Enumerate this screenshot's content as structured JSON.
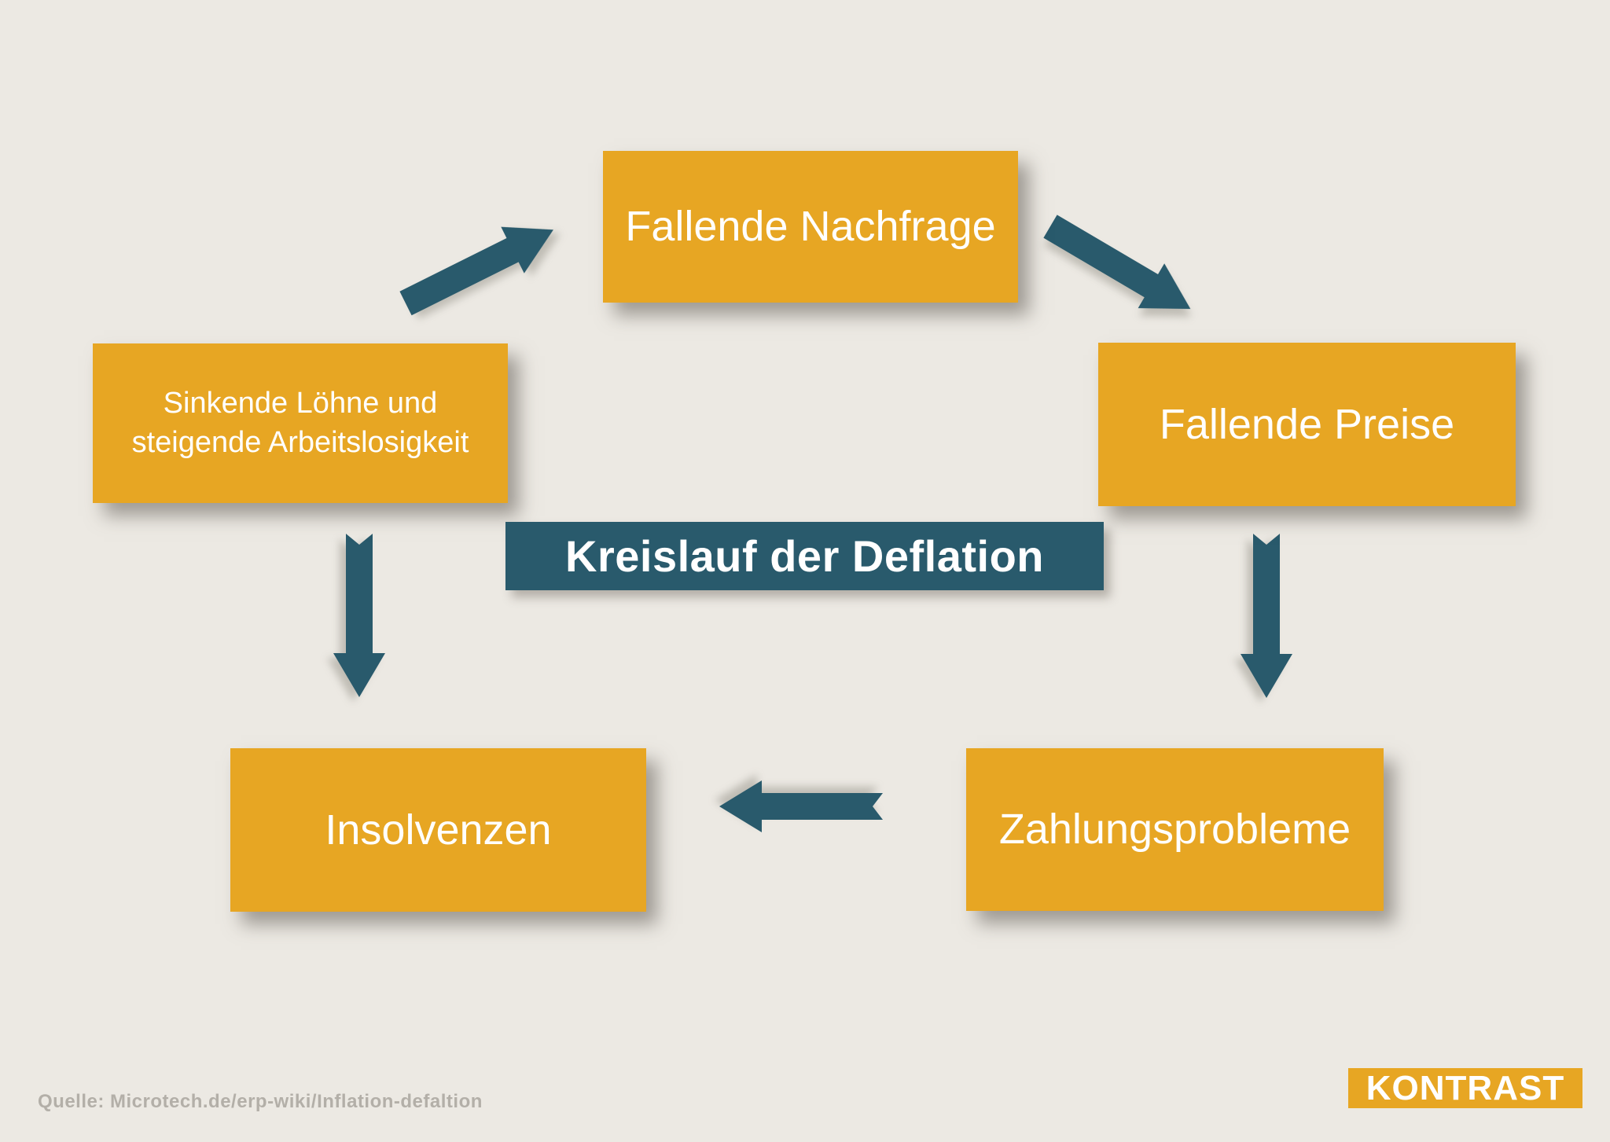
{
  "title": {
    "text": "Kreislauf der Deflation"
  },
  "nodes": [
    {
      "id": "fallende-nachfrage",
      "label": "Fallende Nachfrage"
    },
    {
      "id": "fallende-preise",
      "label": "Fallende Preise"
    },
    {
      "id": "zahlungsprobleme",
      "label": "Zahlungsprobleme"
    },
    {
      "id": "insolvenzen",
      "label": "Insolvenzen"
    },
    {
      "id": "sinkende-loehne",
      "label": "Sinkende Löhne und steigende Arbeitslosigkeit",
      "label_lines": [
        "Sinkende Löhne und",
        "steigende Arbeitslosigkeit"
      ]
    }
  ],
  "edges": [
    {
      "from": "sinkende-loehne",
      "to": "fallende-nachfrage"
    },
    {
      "from": "fallende-nachfrage",
      "to": "fallende-preise"
    },
    {
      "from": "fallende-preise",
      "to": "zahlungsprobleme"
    },
    {
      "from": "zahlungsprobleme",
      "to": "insolvenzen"
    },
    {
      "from": "sinkende-loehne",
      "to": "insolvenzen"
    }
  ],
  "footer": {
    "source": "Quelle: Microtech.de/erp-wiki/Inflation-defaltion",
    "logo": "KONTRAST"
  },
  "colors": {
    "background": "#ECE9E3",
    "node_fill": "#E7A623",
    "node_text": "#FFFFFF",
    "accent_teal": "#295A6C",
    "source_text": "#B3AFA8",
    "logo_bg": "#E7A623",
    "logo_text": "#FFFFFF"
  }
}
